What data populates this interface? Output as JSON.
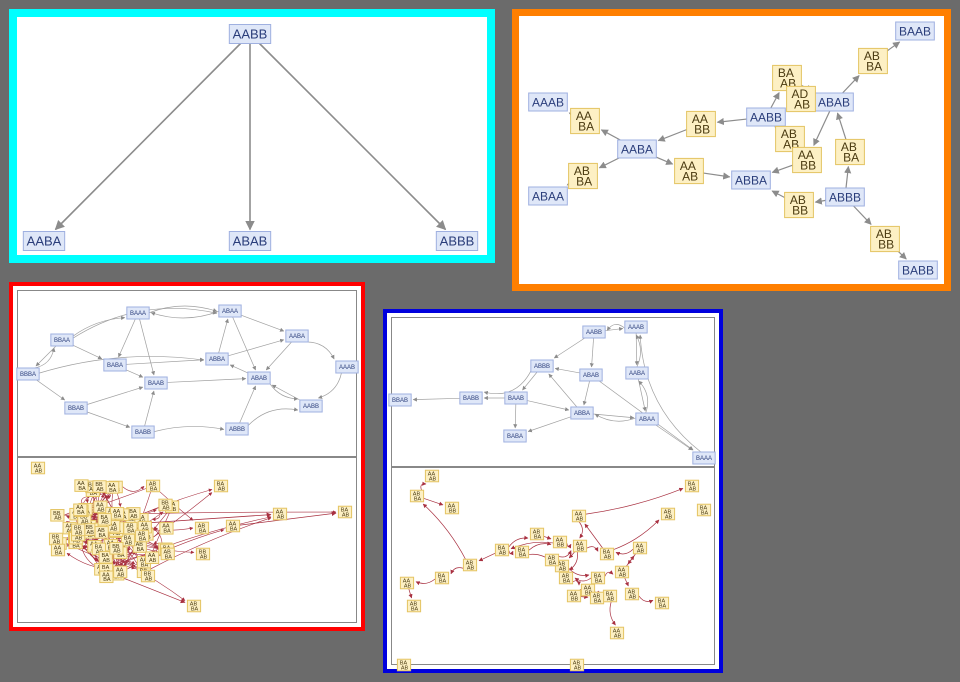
{
  "panels": [
    {
      "id": "p1",
      "nodes": [
        {
          "id": "AABB",
          "label": "AABB",
          "kind": "string"
        },
        {
          "id": "AABA",
          "label": "AABA",
          "kind": "string"
        },
        {
          "id": "ABAB",
          "label": "ABAB",
          "kind": "string"
        },
        {
          "id": "ABBB",
          "label": "ABBB",
          "kind": "string"
        }
      ],
      "edges": [
        [
          "AABB",
          "AABA"
        ],
        [
          "AABB",
          "ABAB"
        ],
        [
          "AABB",
          "ABBB"
        ]
      ]
    },
    {
      "id": "p2",
      "nodes": [
        {
          "id": "BAAB",
          "label": "BAAB",
          "kind": "string"
        },
        {
          "id": "AAAB",
          "label": "AAAB",
          "kind": "string"
        },
        {
          "id": "AABB",
          "label": "AABB",
          "kind": "string"
        },
        {
          "id": "ABAB",
          "label": "ABAB",
          "kind": "string"
        },
        {
          "id": "AABA",
          "label": "AABA",
          "kind": "string"
        },
        {
          "id": "ABBA",
          "label": "ABBA",
          "kind": "string"
        },
        {
          "id": "ABAA",
          "label": "ABAA",
          "kind": "string"
        },
        {
          "id": "ABBB",
          "label": "ABBB",
          "kind": "string"
        },
        {
          "id": "BABB",
          "label": "BABB",
          "kind": "string"
        },
        {
          "id": "r1",
          "kind": "rule",
          "r": [
            "AB",
            "BA"
          ]
        },
        {
          "id": "r2",
          "kind": "rule",
          "r": [
            "BA",
            "AB"
          ]
        },
        {
          "id": "r3",
          "kind": "rule",
          "r": [
            "AD",
            "AB"
          ]
        },
        {
          "id": "r4",
          "kind": "rule",
          "r": [
            "AA",
            "BA"
          ]
        },
        {
          "id": "r5",
          "kind": "rule",
          "r": [
            "AA",
            "BB"
          ]
        },
        {
          "id": "r6",
          "kind": "rule",
          "r": [
            "AB",
            "AB"
          ]
        },
        {
          "id": "r7",
          "kind": "rule",
          "r": [
            "AB",
            "BA"
          ]
        },
        {
          "id": "r8",
          "kind": "rule",
          "r": [
            "AA",
            "BB"
          ]
        },
        {
          "id": "r9",
          "kind": "rule",
          "r": [
            "AA",
            "AB"
          ]
        },
        {
          "id": "r10",
          "kind": "rule",
          "r": [
            "AB",
            "BA"
          ]
        },
        {
          "id": "r11",
          "kind": "rule",
          "r": [
            "AB",
            "BB"
          ]
        },
        {
          "id": "r12",
          "kind": "rule",
          "r": [
            "AB",
            "BB"
          ]
        }
      ],
      "edges": [
        [
          "AABA",
          "AAAB"
        ],
        [
          "AABA",
          "ABAA"
        ],
        [
          "AABA",
          "ABBA"
        ],
        [
          "AABB",
          "AABA"
        ],
        [
          "AABB",
          "ABAB"
        ],
        [
          "ABAB",
          "BAAB"
        ],
        [
          "ABAB",
          "ABBA"
        ],
        [
          "ABBB",
          "ABAB"
        ],
        [
          "ABBB",
          "ABBA"
        ],
        [
          "ABBB",
          "BABB"
        ]
      ]
    },
    {
      "id": "p3",
      "top_nodes": [
        "BAAA",
        "ABAA",
        "BBAA",
        "AABA",
        "BBBA",
        "BABA",
        "ABBA",
        "AAAB",
        "BAAB",
        "ABAB",
        "BBAB",
        "AABB",
        "BABB",
        "ABBB"
      ],
      "bottom_rule_glyphs": [
        [
          "AA",
          "AB"
        ],
        [
          "BA",
          "AB"
        ],
        [
          "AB",
          "BA"
        ],
        [
          "BB",
          "AB"
        ],
        [
          "AA",
          "BA"
        ]
      ]
    },
    {
      "id": "p4",
      "top_nodes": [
        "AABB",
        "AAAB",
        "ABBB",
        "ABAB",
        "BBAB",
        "BABB",
        "BAAB",
        "AABA",
        "BABA",
        "ABBA",
        "ABAA",
        "BAAA"
      ],
      "bottom_rule_glyphs": [
        [
          "AA",
          "AB"
        ],
        [
          "AB",
          "BA"
        ],
        [
          "AA",
          "BB"
        ],
        [
          "BA",
          "AB"
        ],
        [
          "AB",
          "AB"
        ],
        [
          "BA",
          "BA"
        ]
      ]
    }
  ],
  "colors": {
    "node_string_fill": "#dfe7f8",
    "node_string_stroke": "#9fb0e0",
    "node_string_text": "#2a3d7a",
    "node_rule_fill": "#fdf0c4",
    "node_rule_stroke": "#e4c463",
    "node_rule_text": "#4a3a10",
    "edge_gray": "#8c8c8c",
    "edge_red": "#a83040"
  }
}
